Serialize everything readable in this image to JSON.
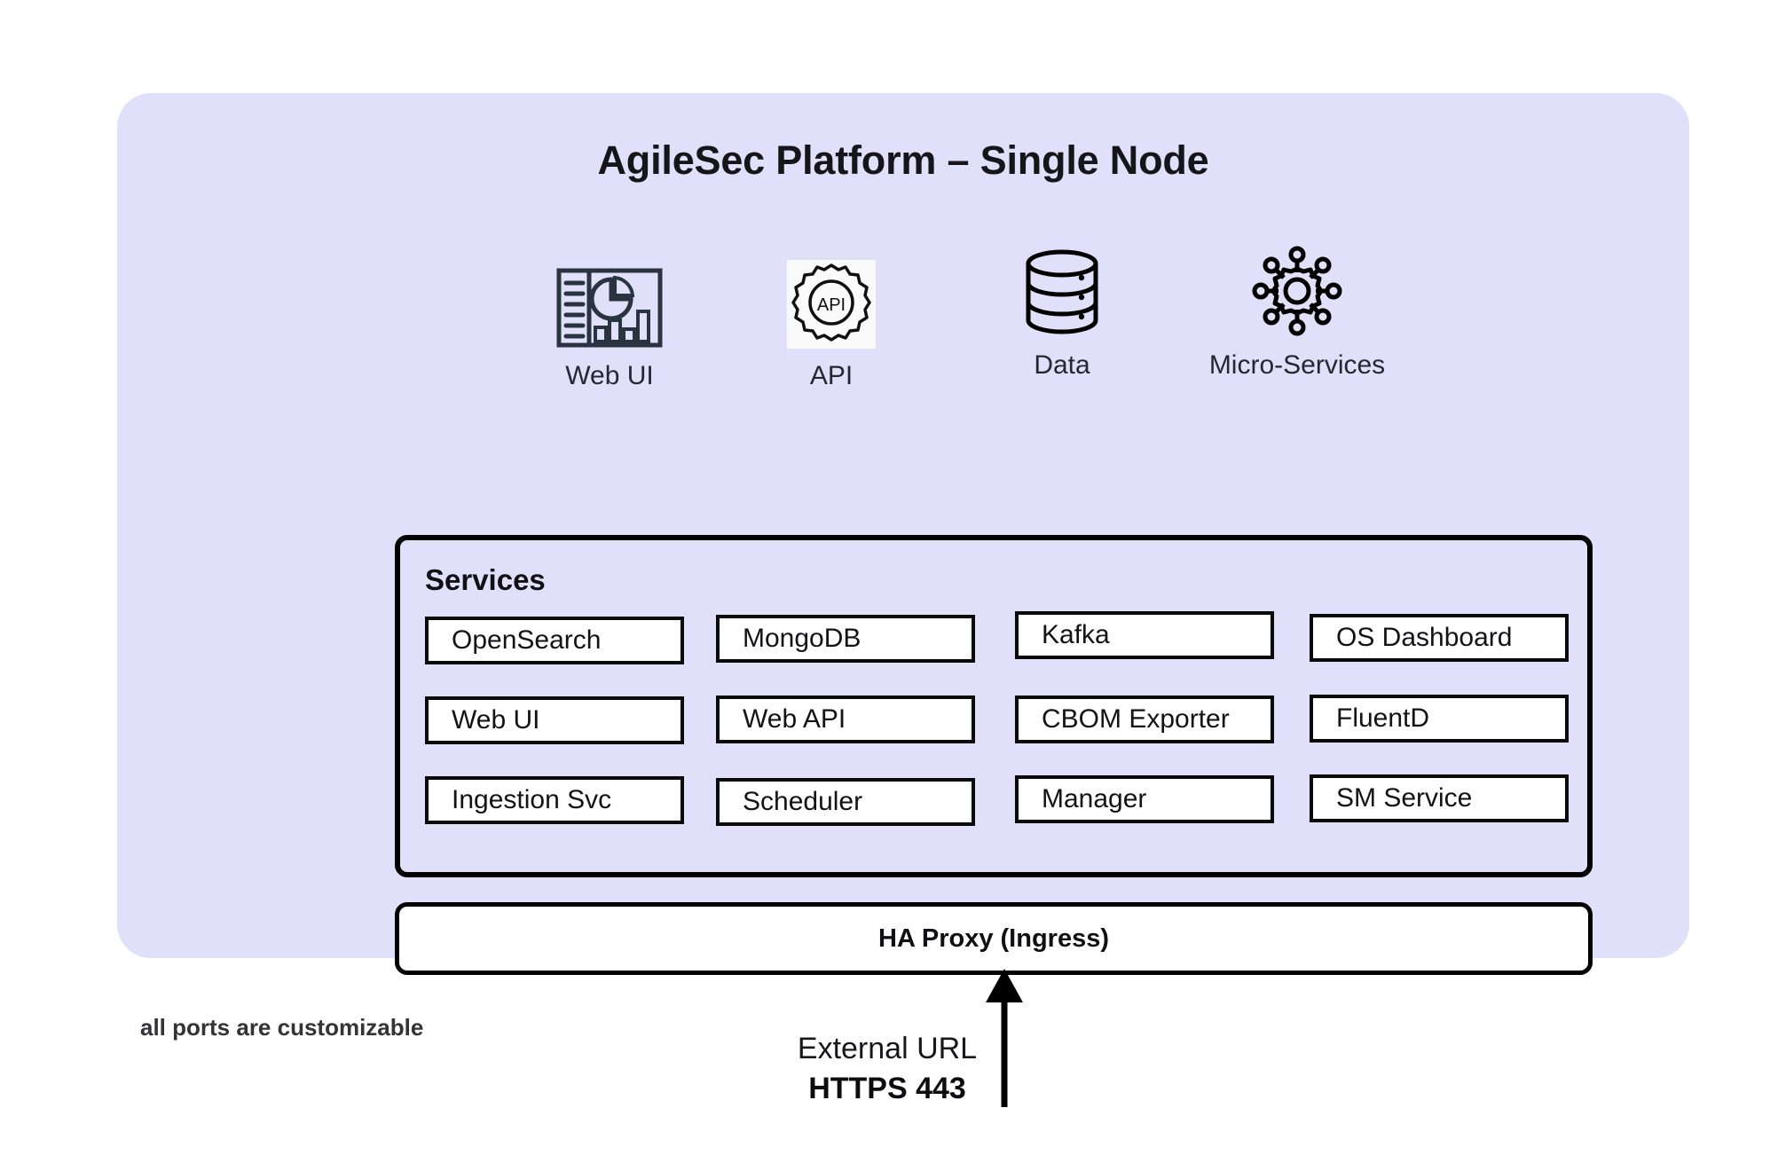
{
  "panel": {
    "title": "AgileSec Platform – Single Node",
    "background_color": "#E0E0FA"
  },
  "icons": [
    {
      "label": "Web UI",
      "icon": "dashboard-icon"
    },
    {
      "label": "API",
      "icon": "api-gear-icon"
    },
    {
      "label": "Data",
      "icon": "database-icon"
    },
    {
      "label": "Micro-Services",
      "icon": "microservices-hub-icon"
    }
  ],
  "services": {
    "heading": "Services",
    "columns": [
      {
        "items": [
          "OpenSearch",
          "Web UI",
          "Ingestion Svc"
        ]
      },
      {
        "items": [
          "MongoDB",
          "Web API",
          "Scheduler"
        ]
      },
      {
        "items": [
          "Kafka",
          "CBOM Exporter",
          "Manager"
        ]
      },
      {
        "items": [
          "OS Dashboard",
          "FluentD",
          "SM Service"
        ]
      }
    ]
  },
  "ingress": {
    "label": "HA Proxy (Ingress)",
    "arrow": "up-arrow-icon"
  },
  "footnotes": {
    "ports_note": "all ports are customizable",
    "external_url_label": "External URL",
    "external_url_port": "HTTPS 443"
  }
}
